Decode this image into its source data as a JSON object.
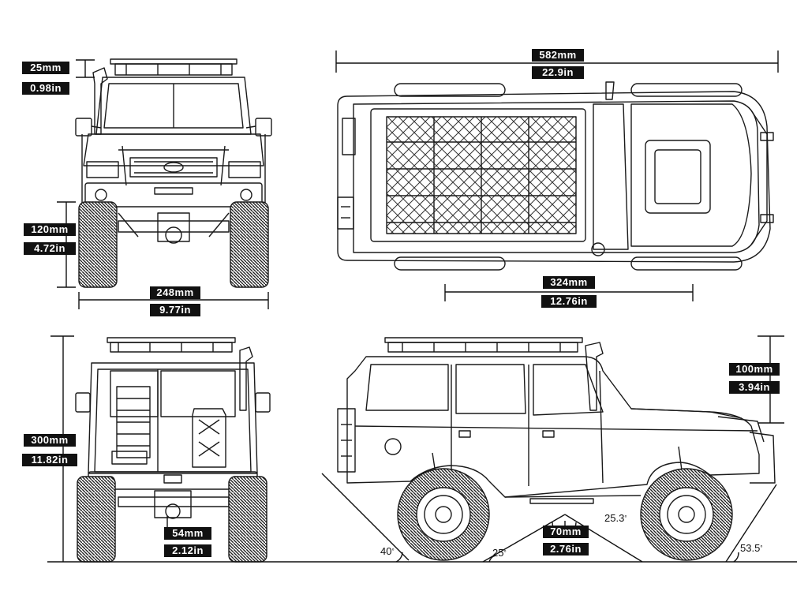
{
  "dimensions": {
    "roof_rack_height": {
      "mm": "25mm",
      "in": "0.98in"
    },
    "front_height": {
      "mm": "120mm",
      "in": "4.72in"
    },
    "front_width": {
      "mm": "248mm",
      "in": "9.77in"
    },
    "length": {
      "mm": "582mm",
      "in": "22.9in"
    },
    "wheelbase": {
      "mm": "324mm",
      "in": "12.76in"
    },
    "total_height": {
      "mm": "300mm",
      "in": "11.82in"
    },
    "rear_clearance": {
      "mm": "54mm",
      "in": "2.12in"
    },
    "snorkel_height": {
      "mm": "100mm",
      "in": "3.94in"
    },
    "ground_clearance": {
      "mm": "70mm",
      "in": "2.76in"
    }
  },
  "angles": {
    "approach_rear": "40",
    "departure_rear_wheel": "25",
    "breakover": "25.3",
    "approach_front": "53.5"
  }
}
